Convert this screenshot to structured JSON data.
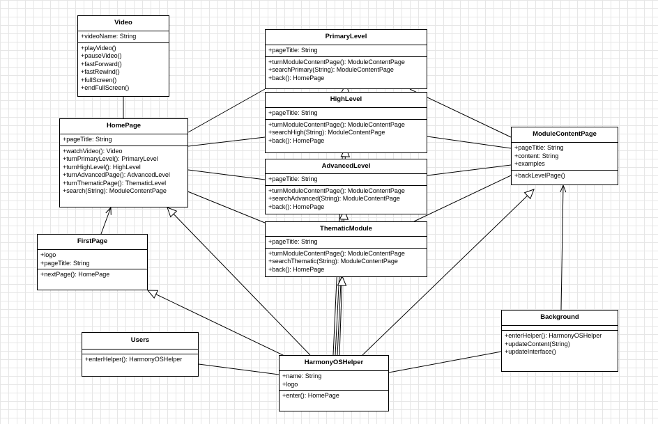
{
  "diagram": {
    "classes": {
      "video": {
        "name": "Video",
        "attributes": [
          "+videoName: String"
        ],
        "methods": [
          "+playVideo()",
          "+pauseVideo()",
          "+fastForward()",
          "+fastRewind()",
          "+fullScreen()",
          "+endFullScreen()"
        ]
      },
      "homepage": {
        "name": "HomePage",
        "attributes": [
          "+pageTitle: String"
        ],
        "methods": [
          "+watchVideo(): Video",
          "+turnPrimaryLevel(): PrimaryLevel",
          "+turnHighLevel(): HighLevel",
          "+turnAdvancedPage(): AdvancedLevel",
          "+turnThematicPage(): ThematicLevel",
          "+search(String): ModuleContentPage"
        ]
      },
      "firstpage": {
        "name": "FirstPage",
        "attributes": [
          "+logo",
          "+pageTitle: String"
        ],
        "methods": [
          "+nextPage(): HomePage"
        ]
      },
      "users": {
        "name": "Users",
        "attributes": [],
        "methods": [
          "+enterHelper(): HarmonyOSHelper"
        ]
      },
      "primarylevel": {
        "name": "PrimaryLevel",
        "attributes": [
          "+pageTitle: String"
        ],
        "methods": [
          "+turnModuleContentPage(): ModuleContentPage",
          "+searchPrimary(String): ModuleContentPage",
          "+back(): HomePage"
        ]
      },
      "highlevel": {
        "name": "HighLevel",
        "attributes": [
          "+pageTitle: String"
        ],
        "methods": [
          "+turnModuleContentPage(): ModuleContentPage",
          "+searchHigh(String): ModuleContentPage",
          "+back(): HomePage"
        ]
      },
      "advancedlevel": {
        "name": "AdvancedLevel",
        "attributes": [
          "+pageTitle: String"
        ],
        "methods": [
          "+turnModuleContentPage(): ModuleContentPage",
          "+searchAdvanced(String): ModuleContentPage",
          "+back(): HomePage"
        ]
      },
      "thematicmodule": {
        "name": "ThematicModule",
        "attributes": [
          "+pageTitle: String"
        ],
        "methods": [
          "+turnModuleContentPage(): ModuleContentPage",
          "+searchThematic(String): ModuleContentPage",
          "+back(): HomePage"
        ]
      },
      "modulecontentpage": {
        "name": "ModuleContentPage",
        "attributes": [
          "+pageTitle: String",
          "+content: String",
          "+examples"
        ],
        "methods": [
          "+backLevelPage()"
        ]
      },
      "background": {
        "name": "Background",
        "attributes": [],
        "methods": [
          "+enterHelper(): HarmonyOSHelper",
          "+updateContent(String)",
          "+updateInterface()"
        ]
      },
      "harmonyoshelper": {
        "name": "HarmonyOSHelper",
        "attributes": [
          "+name: String",
          "+logo"
        ],
        "methods": [
          "+enter(): HomePage"
        ]
      }
    },
    "colors": {
      "line": "#000000",
      "box": "#ffffff",
      "grid": "#e6e6e6"
    }
  }
}
